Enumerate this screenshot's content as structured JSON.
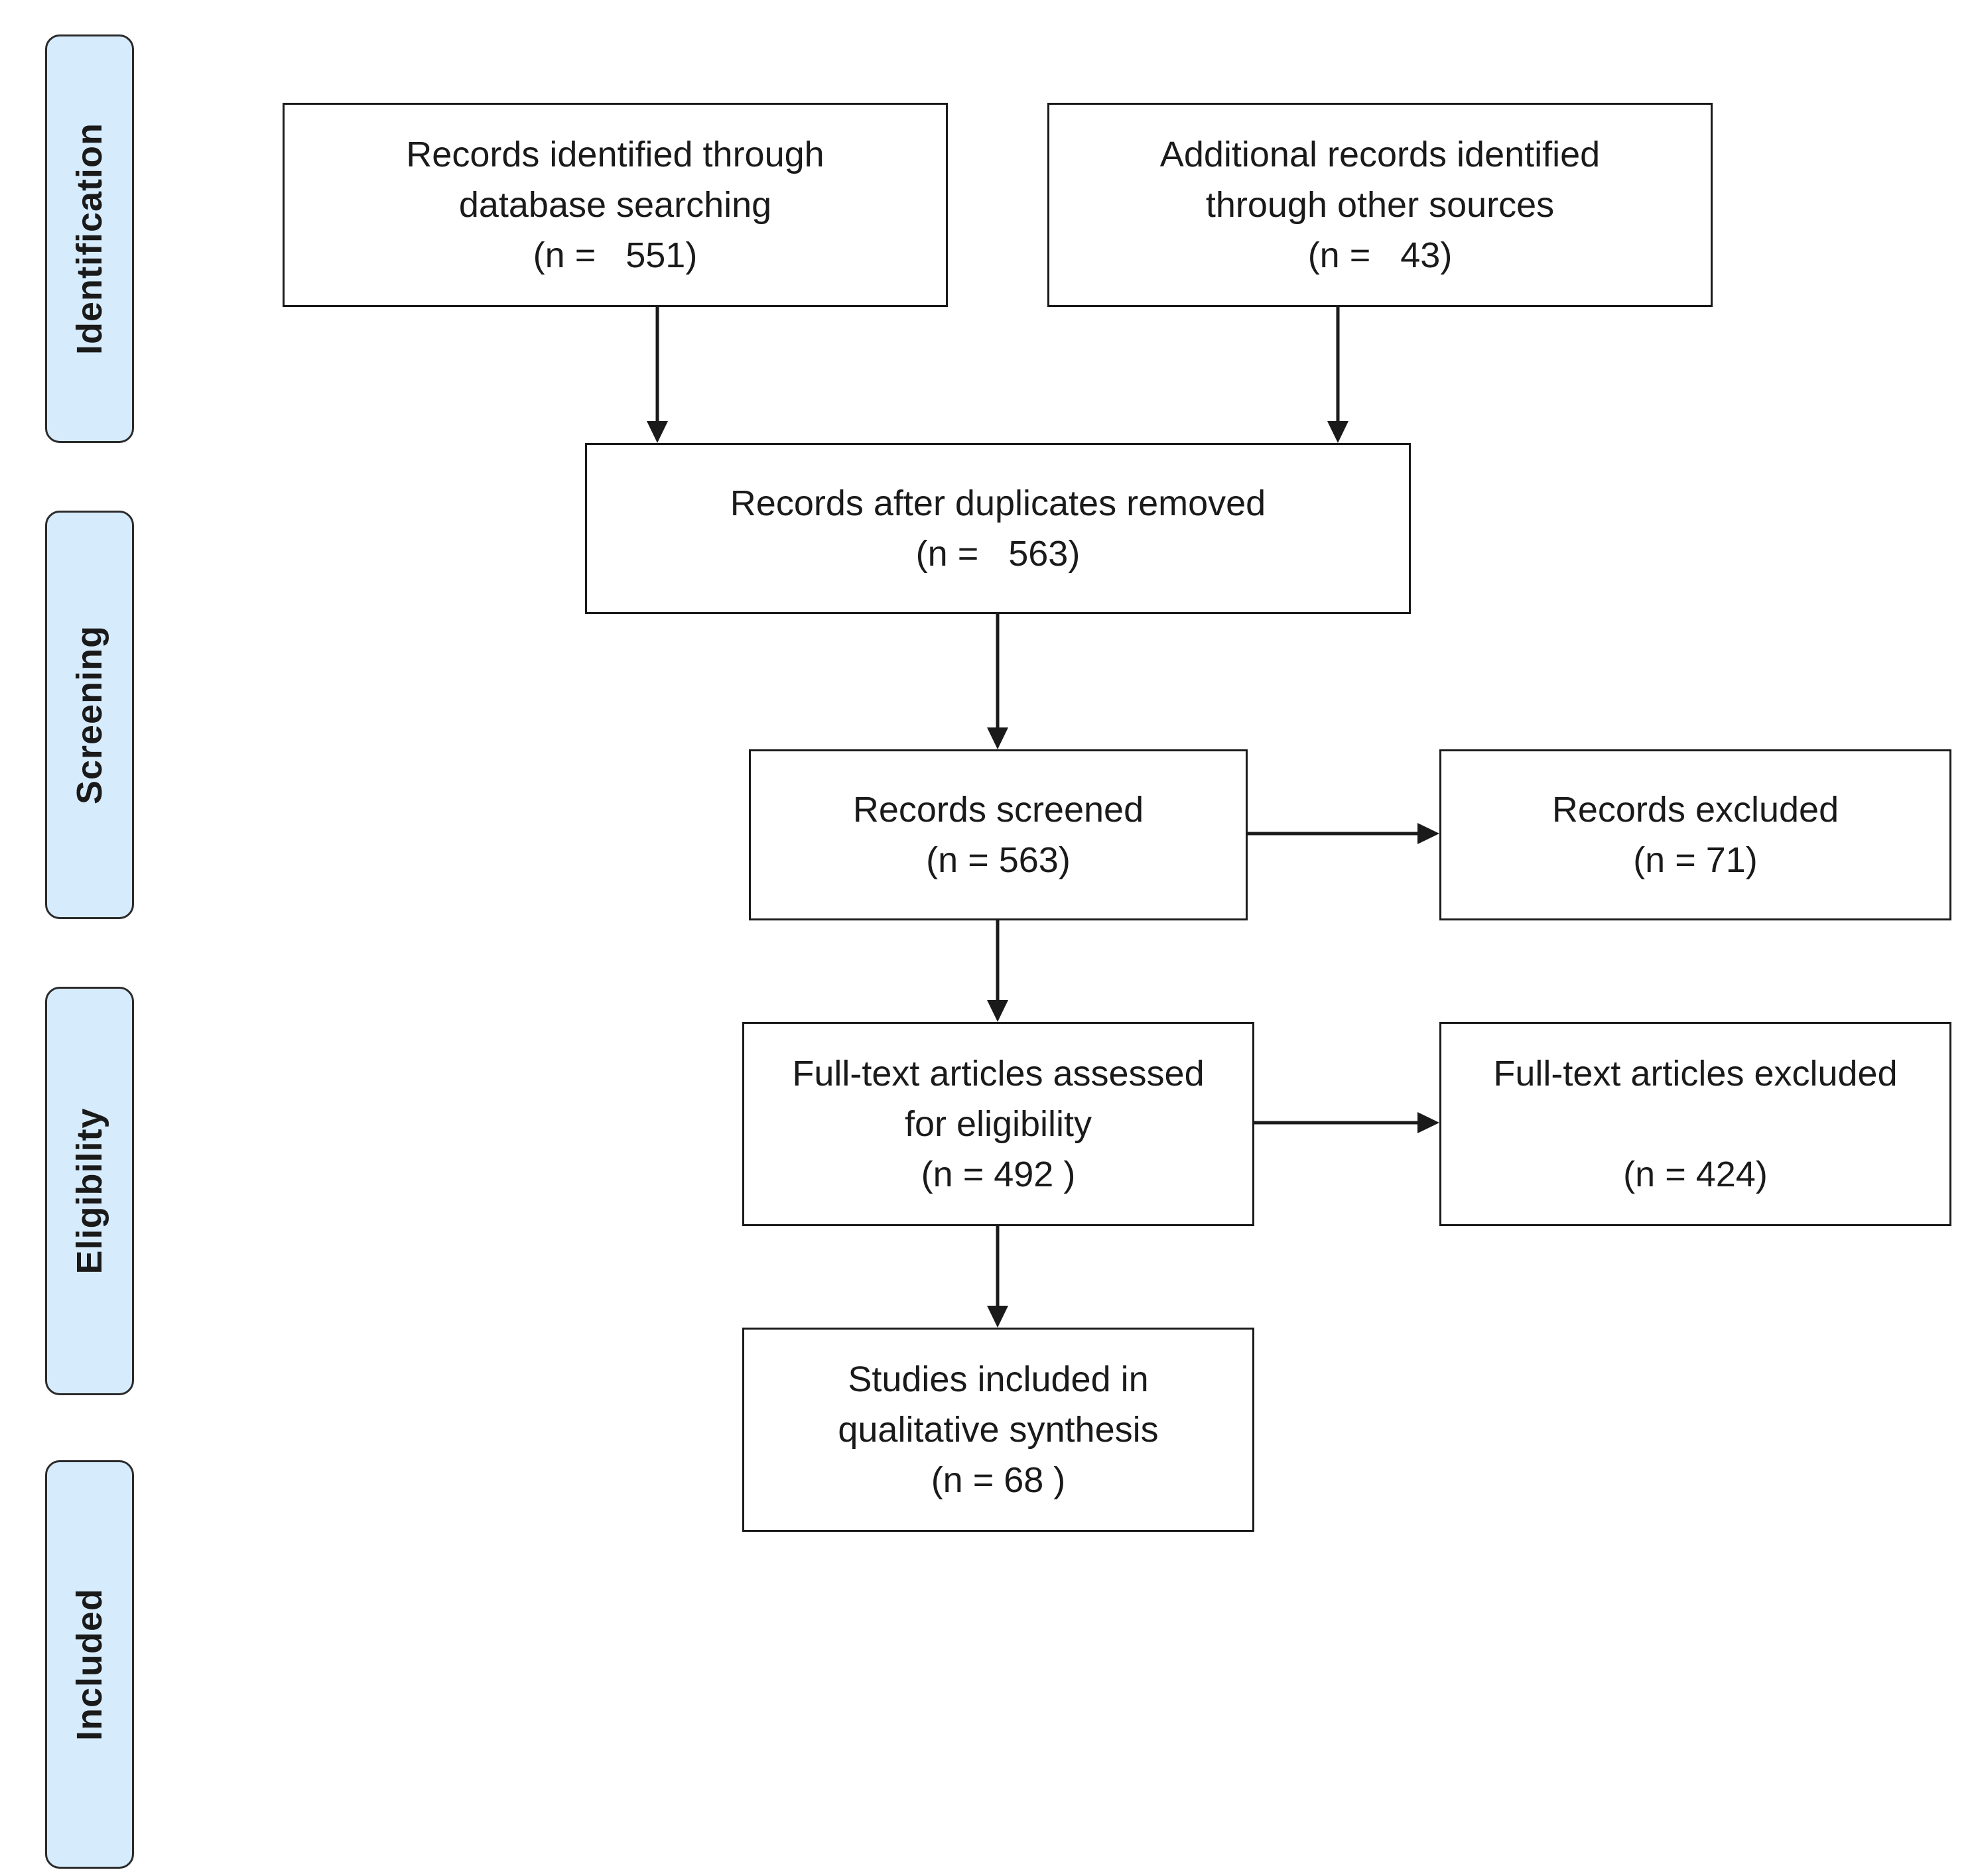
{
  "phases": {
    "identification": "Identification",
    "screening": "Screening",
    "eligibility": "Eligibility",
    "included": "Included"
  },
  "boxes": {
    "database_records": {
      "line1": "Records identified through",
      "line2": "database searching",
      "count": "(n =   551)"
    },
    "other_records": {
      "line1": "Additional records identified",
      "line2": "through other sources",
      "count": "(n =   43)"
    },
    "after_duplicates": {
      "line1": "Records after duplicates removed",
      "count": "(n =   563)"
    },
    "screened": {
      "line1": "Records screened",
      "count": "(n = 563)"
    },
    "excluded": {
      "line1": "Records excluded",
      "count": "(n = 71)"
    },
    "fulltext_assessed": {
      "line1": "Full-text articles assessed",
      "line2": "for eligibility",
      "count": "(n = 492 )"
    },
    "fulltext_excluded": {
      "line1": "Full-text articles excluded",
      "count": "(n = 424)"
    },
    "included_studies": {
      "line1": "Studies included in",
      "line2": "qualitative synthesis",
      "count": "(n = 68 )"
    }
  },
  "colors": {
    "phase_fill": "#d6ebfb",
    "stroke": "#1a1a1a",
    "box_fill": "#ffffff"
  }
}
